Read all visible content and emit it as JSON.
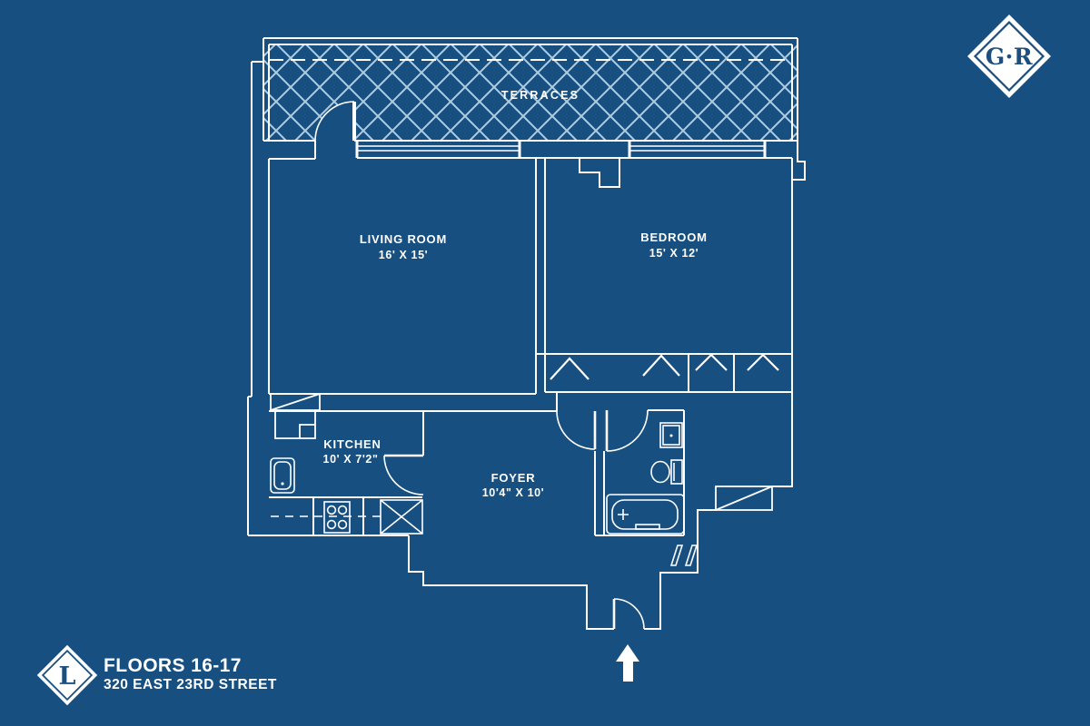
{
  "canvas": {
    "background": "#175080",
    "line_color": "#ffffff",
    "hatch_color": "#aecde5",
    "accent_blue": "#1c4f80"
  },
  "branding": {
    "corner_monogram": "G·R",
    "footer_monogram": "L"
  },
  "footer": {
    "floors": "FLOORS 16-17",
    "address": "320 EAST 23RD STREET"
  },
  "floorplan": {
    "rooms": [
      {
        "name": "TERRACES",
        "dims": ""
      },
      {
        "name": "LIVING ROOM",
        "dims": "16' X 15'"
      },
      {
        "name": "BEDROOM",
        "dims": "15' X 12'"
      },
      {
        "name": "KITCHEN",
        "dims": "10' X 7'2\""
      },
      {
        "name": "FOYER",
        "dims": "10'4\" X 10'"
      }
    ]
  },
  "icons": {
    "entry_arrow": "arrow-up"
  }
}
